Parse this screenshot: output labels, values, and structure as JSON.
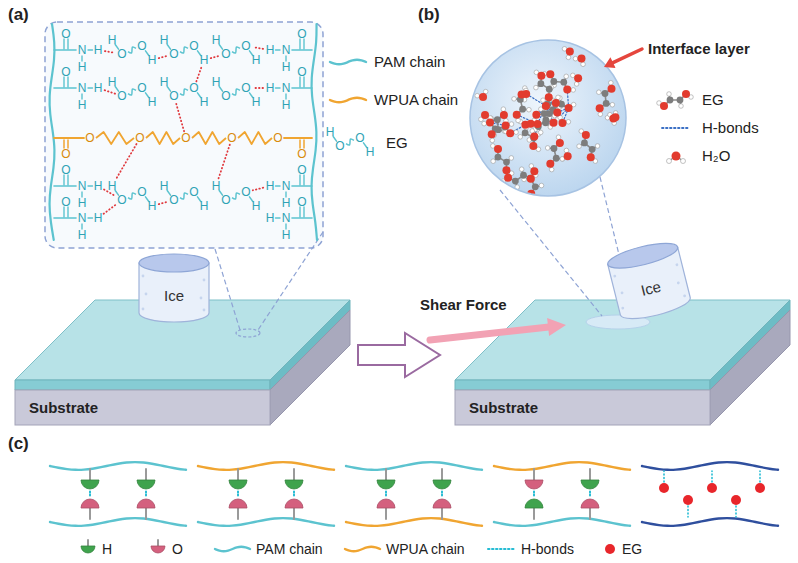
{
  "diagram": {
    "nodes": [
      {
        "text": [
          "Ice"
        ]
      },
      {
        "text": [
          "Substrate"
        ]
      },
      {
        "text": [
          "Ice"
        ]
      },
      {
        "text": [
          "Substrate"
        ]
      }
    ],
    "labels": [
      "(a)",
      "(b)",
      "Interface layer",
      "Shear Force",
      "(c)",
      "H",
      "O",
      "O",
      "H",
      "O",
      "N",
      "H",
      "H",
      "O",
      "N",
      "H",
      "H",
      "O",
      "N",
      "H",
      "H",
      "O",
      "N",
      "H",
      "H",
      "O",
      "N",
      "H",
      "H",
      "O",
      "N",
      "H",
      "H",
      "O",
      "N",
      "H",
      "H",
      "O",
      "N",
      "H",
      "H",
      "O",
      "O",
      "O",
      "O",
      "O",
      "O",
      "O",
      "H",
      "O",
      "O",
      "H",
      "H",
      "O",
      "O",
      "H",
      "H",
      "O",
      "O",
      "H",
      "H",
      "O",
      "O",
      "H",
      "H",
      "O",
      "O",
      "H",
      "H",
      "O",
      "O",
      "H",
      "H",
      "O",
      "O",
      "H",
      "H",
      "O",
      "O",
      "H",
      "H",
      "O",
      "O",
      "H"
    ],
    "legend": [
      {
        "text": "PAM chain"
      },
      {
        "text": "WPUA chain"
      },
      {
        "text": "EG"
      },
      {
        "text": "EG"
      },
      {
        "text": "H-bonds"
      },
      {
        "text": "H₂O"
      },
      {
        "text": "H"
      },
      {
        "text": "O"
      },
      {
        "text": "PAM chain"
      },
      {
        "text": "WPUA chain"
      },
      {
        "text": "H-bonds"
      },
      {
        "text": "EG"
      }
    ]
  }
}
